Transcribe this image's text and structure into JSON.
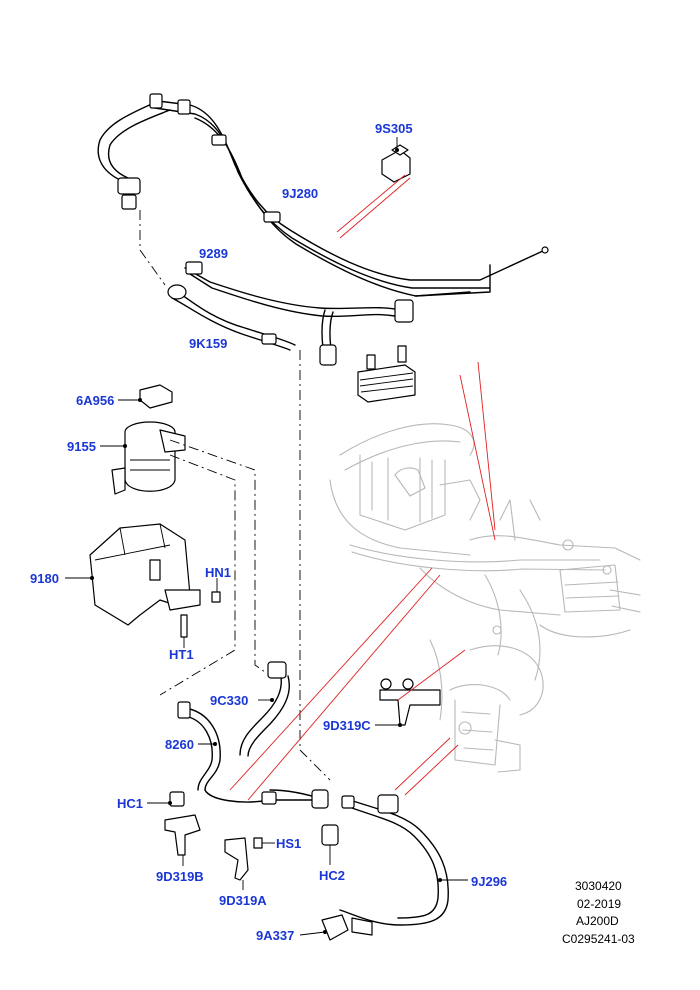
{
  "callouts": [
    {
      "id": "9s305",
      "text": "9S305"
    },
    {
      "id": "9j280",
      "text": "9J280"
    },
    {
      "id": "9289",
      "text": "9289"
    },
    {
      "id": "9k159",
      "text": "9K159"
    },
    {
      "id": "6a956",
      "text": "6A956"
    },
    {
      "id": "9155",
      "text": "9155"
    },
    {
      "id": "9180",
      "text": "9180"
    },
    {
      "id": "hn1",
      "text": "HN1"
    },
    {
      "id": "ht1",
      "text": "HT1"
    },
    {
      "id": "9c330",
      "text": "9C330"
    },
    {
      "id": "9d319c",
      "text": "9D319C"
    },
    {
      "id": "8260",
      "text": "8260"
    },
    {
      "id": "hc1",
      "text": "HC1"
    },
    {
      "id": "hs1",
      "text": "HS1"
    },
    {
      "id": "hc2",
      "text": "HC2"
    },
    {
      "id": "9d319b",
      "text": "9D319B"
    },
    {
      "id": "9d319a",
      "text": "9D319A"
    },
    {
      "id": "9j296",
      "text": "9J296"
    },
    {
      "id": "9a337",
      "text": "9A337"
    }
  ],
  "meta": {
    "line1": "3030420",
    "line2": "02-2019",
    "line3": "AJ200D",
    "line4": "C0295241-03"
  },
  "colors": {
    "callout": "#1a37d6",
    "highlight": "#e02020",
    "ghost": "#b8b8b8"
  }
}
